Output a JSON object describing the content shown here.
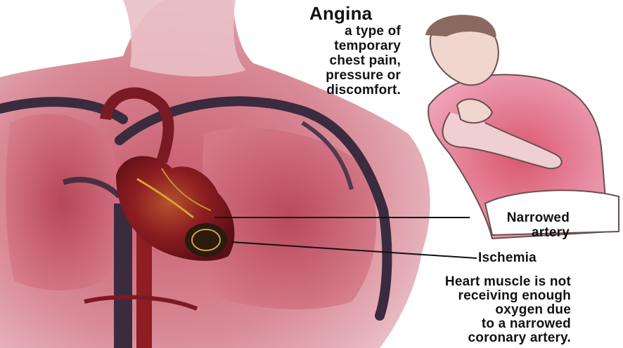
{
  "diagram": {
    "title": "Angina",
    "definition_lines": [
      "a type of",
      "temporary",
      "chest pain,",
      "pressure or",
      "discomfort."
    ],
    "label_narrowed_lines": [
      "Narrowed",
      "artery"
    ],
    "label_ischemia": "Ischemia",
    "note_lines": [
      "Heart muscle is not",
      "receiving enough",
      "oxygen due",
      "to a narrowed",
      "coronary artery."
    ]
  },
  "colors": {
    "skin_pink": "#e7b4bc",
    "lung_red": "#b8475a",
    "vessel_dark": "#3b2b3e",
    "heart_red": "#8e1e22",
    "shirt_pink": "#e98fa8"
  }
}
